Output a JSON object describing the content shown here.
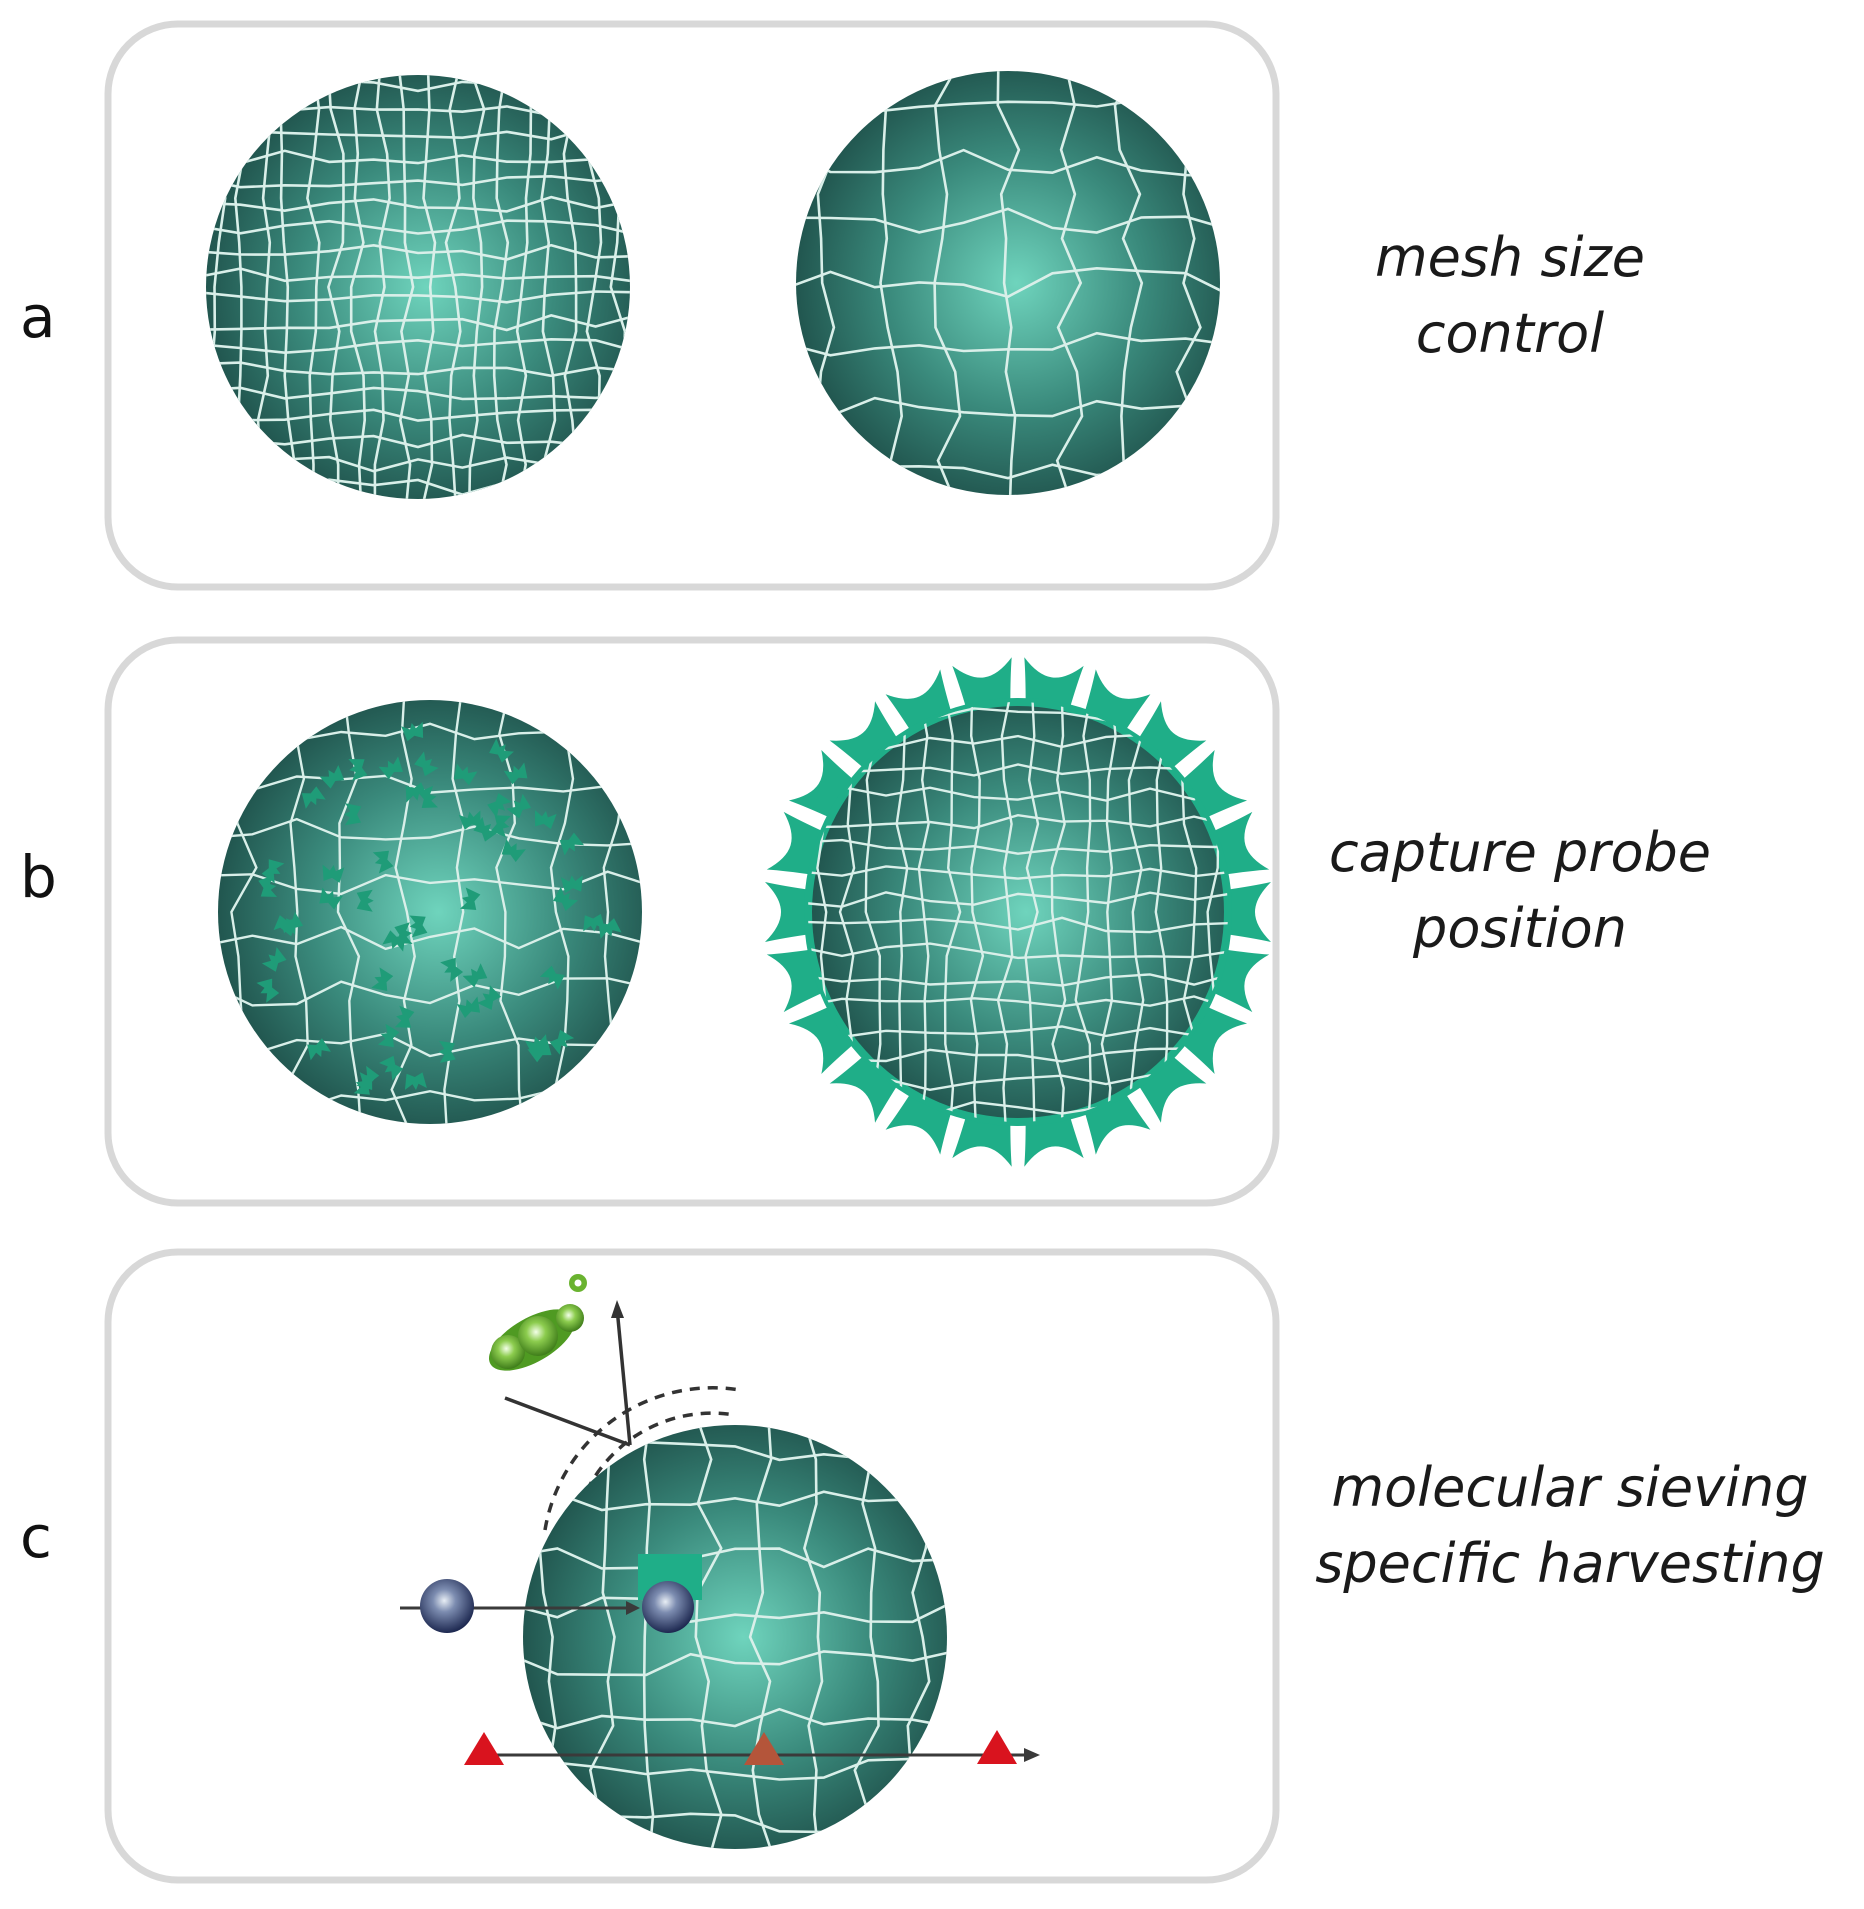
{
  "panels": {
    "a": {
      "letter": "a",
      "caption_line1": "mesh size",
      "caption_line2": "control"
    },
    "b": {
      "letter": "b",
      "caption_line1": "capture probe",
      "caption_line2": "position"
    },
    "c": {
      "letter": "c",
      "caption_line1": "molecular sieving",
      "caption_line2": "specific harvesting"
    }
  },
  "colors": {
    "sphere_light": "#6fd4bd",
    "sphere_dark": "#1e4f49",
    "mesh": "#d9efe9",
    "probe": "#1fae88",
    "panel_border": "#d8d8d8",
    "small_molecule": "#d9131e",
    "protein": "#2a3a66",
    "large_molecule": "#5fa82a"
  }
}
